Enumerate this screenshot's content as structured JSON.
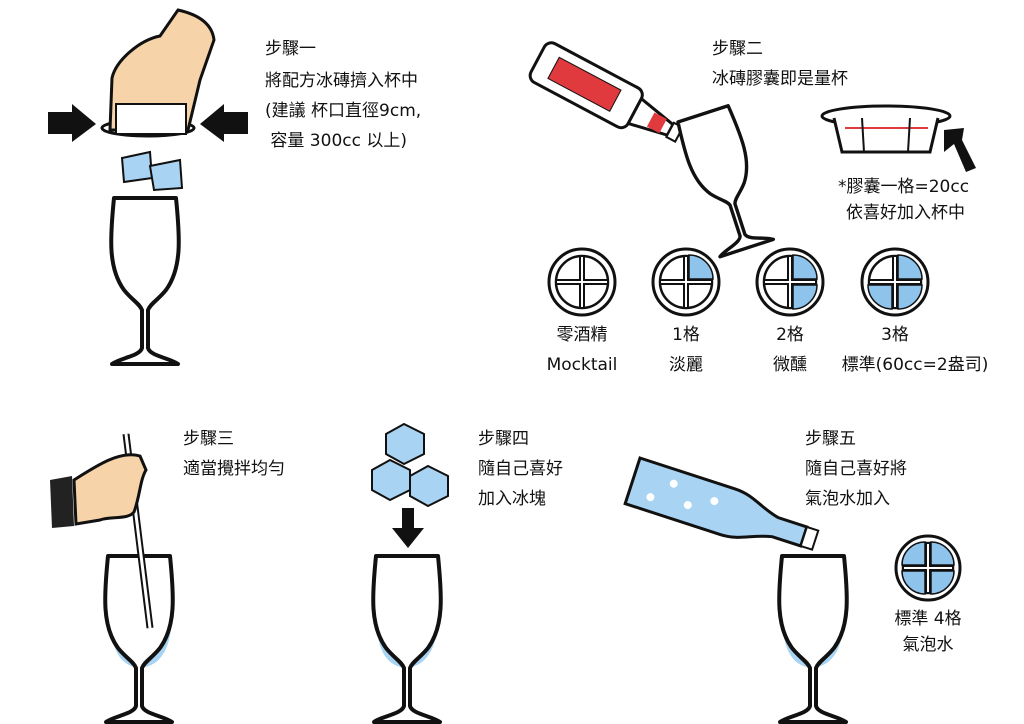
{
  "step1": {
    "title": "步驟一",
    "lines": [
      "將配方冰磚擠入杯中",
      "(建議 杯口直徑9cm,",
      " 容量 300cc 以上)"
    ]
  },
  "step2": {
    "title": "步驟二",
    "subtitle": "冰磚膠囊即是量杯",
    "note": [
      "*膠囊一格=20cc",
      "依喜好加入杯中"
    ],
    "options": [
      {
        "line1": "零酒精",
        "line2": "Mocktail",
        "filled_cells": 0
      },
      {
        "line1": "1格",
        "line2": "淡麗",
        "filled_cells": 1
      },
      {
        "line1": "2格",
        "line2": "微醺",
        "filled_cells": 2
      },
      {
        "line1": "3格",
        "line2": "標準(60cc=2盎司)",
        "filled_cells": 3
      }
    ]
  },
  "step3": {
    "title": "步驟三",
    "lines": [
      "適當攪拌均勻"
    ]
  },
  "step4": {
    "title": "步驟四",
    "lines": [
      "隨自己喜好",
      "加入冰塊"
    ]
  },
  "step5": {
    "title": "步驟五",
    "lines": [
      "隨自己喜好將",
      "氣泡水加入"
    ],
    "capsule_label": [
      "標準 4格",
      "氣泡水"
    ],
    "filled_cells": 4
  },
  "colors": {
    "liquid": "#a9d3f2",
    "fill": "#8ec3eb",
    "bottle_label": "#e0393e",
    "ink": "#111111"
  }
}
